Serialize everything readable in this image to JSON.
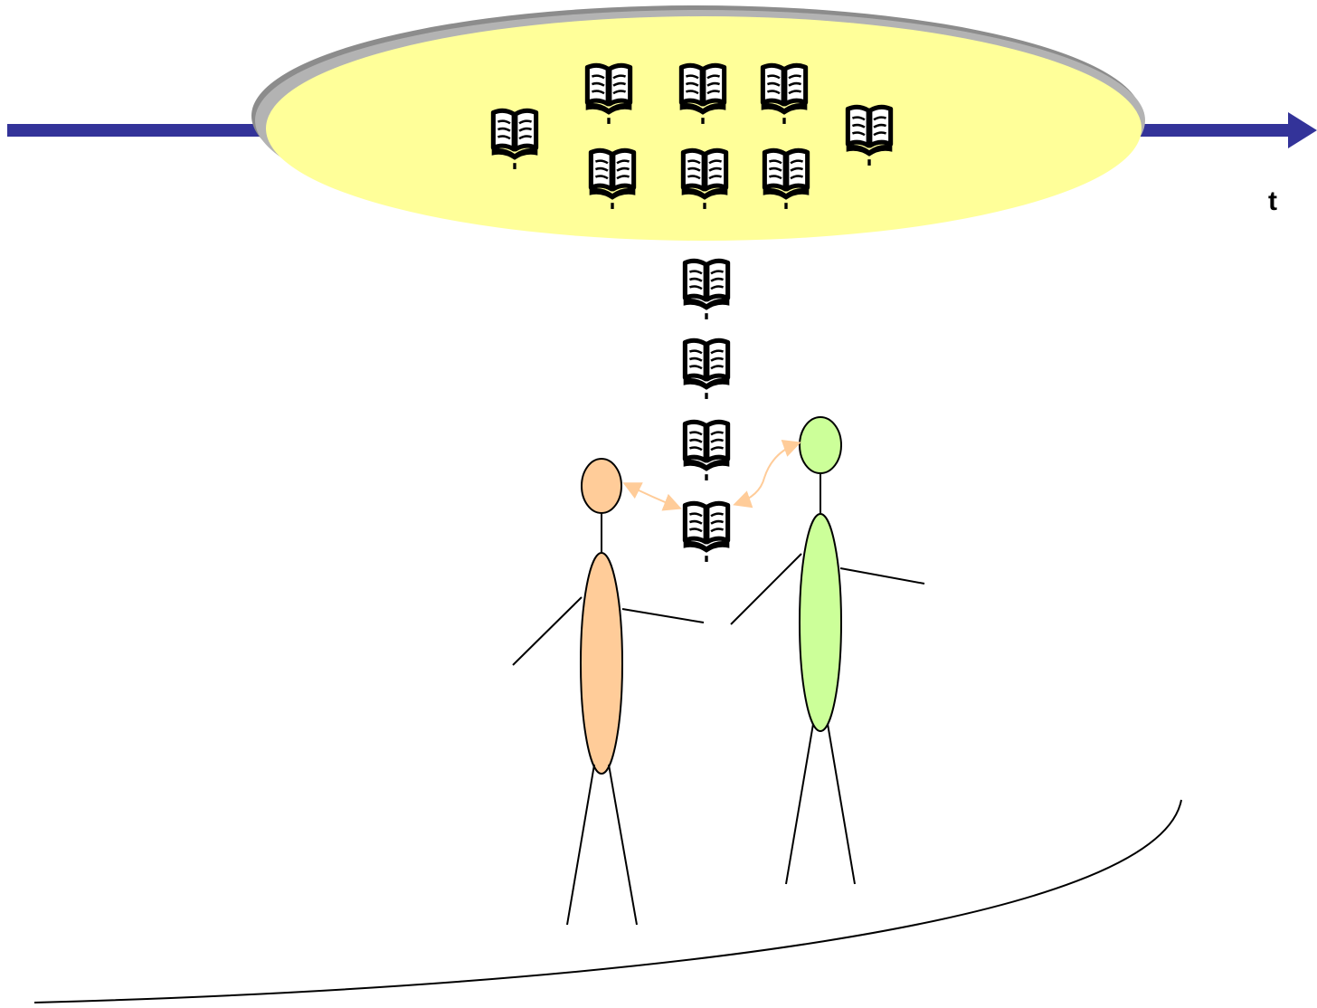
{
  "timeline": {
    "label": "t",
    "color": "#333399"
  },
  "knowledge_pool": {
    "fill_color": "#ffff99",
    "shadow_color": "#8c8c8c",
    "book_count": 8
  },
  "transfer_chain": {
    "book_count": 4
  },
  "people": [
    {
      "name": "person-orange",
      "color": "#ffcc99"
    },
    {
      "name": "person-green",
      "color": "#ccff99"
    }
  ],
  "exchange_arrow_color": "#ffcc99",
  "icons": {
    "book": "open-book-icon"
  }
}
